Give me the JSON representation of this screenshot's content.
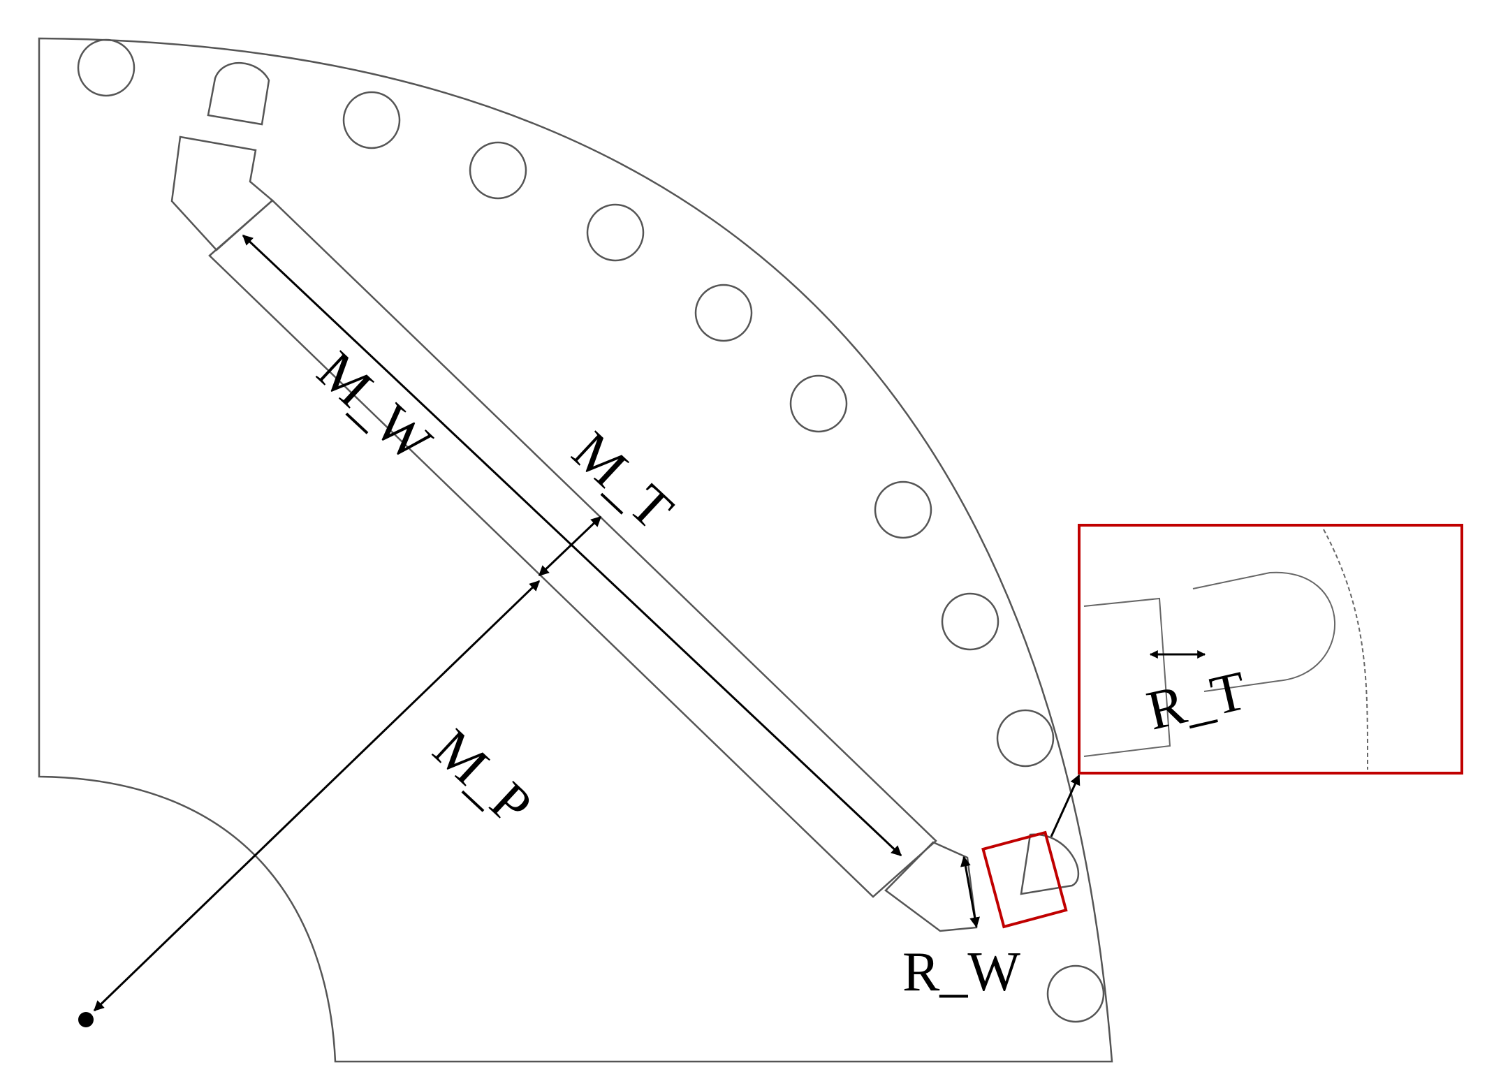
{
  "colors": {
    "outline": "#555555",
    "dimension": "#000000",
    "highlight": "#c00000",
    "background": "#ffffff"
  },
  "labels": {
    "m_w": "M_W",
    "m_t": "M_T",
    "m_p": "M_P",
    "r_w": "R_W",
    "r_t": "R_T"
  }
}
